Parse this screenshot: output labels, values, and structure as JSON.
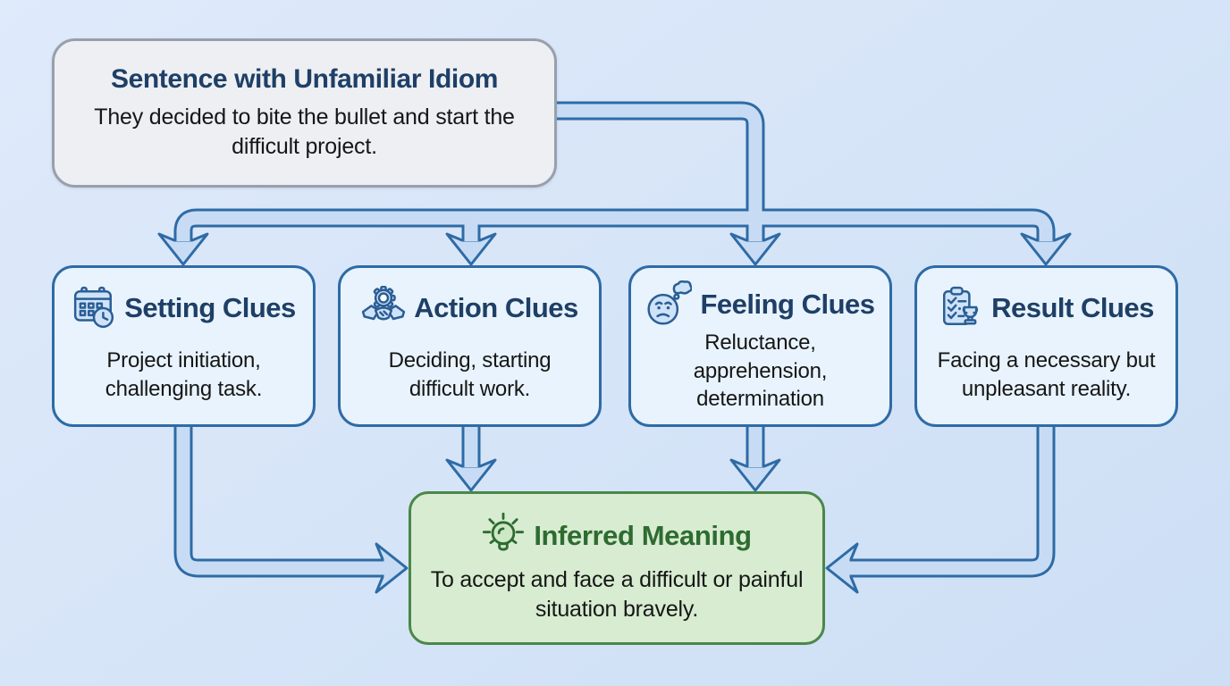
{
  "colors": {
    "bg_top": "#dfeafb",
    "bg_bottom": "#cddff5",
    "pipe_fill": "#c7dcf4",
    "pipe_outline": "#2e6ba6",
    "clue_box_fill": "#e8f3fd",
    "clue_box_border": "#2e6ba6",
    "source_box_fill": "#edeff3",
    "source_box_border": "#97a0ab",
    "inferred_box_fill": "#d7ecd0",
    "inferred_box_border": "#4a8748",
    "heading_blue": "#1e3f66",
    "heading_green": "#2e6b31",
    "body_text": "#161616"
  },
  "diagram": {
    "source": {
      "title": "Sentence with Unfamiliar Idiom",
      "text": "They decided to bite the bullet and start the difficult project."
    },
    "clues": [
      {
        "icon": "calendar-clock-icon",
        "title": "Setting Clues",
        "text": "Project initiation, challenging task."
      },
      {
        "icon": "gear-handshake-icon",
        "title": "Action Clues",
        "text": "Deciding, starting difficult work."
      },
      {
        "icon": "worried-face-icon",
        "title": "Feeling Clues",
        "text": "Reluctance, apprehension, determination"
      },
      {
        "icon": "clipboard-trophy-icon",
        "title": "Result Clues",
        "text": "Facing a necessary but unpleasant reality."
      }
    ],
    "inferred": {
      "icon": "lightbulb-icon",
      "title": "Inferred Meaning",
      "text": "To accept and face a difficult or painful situation bravely."
    }
  }
}
